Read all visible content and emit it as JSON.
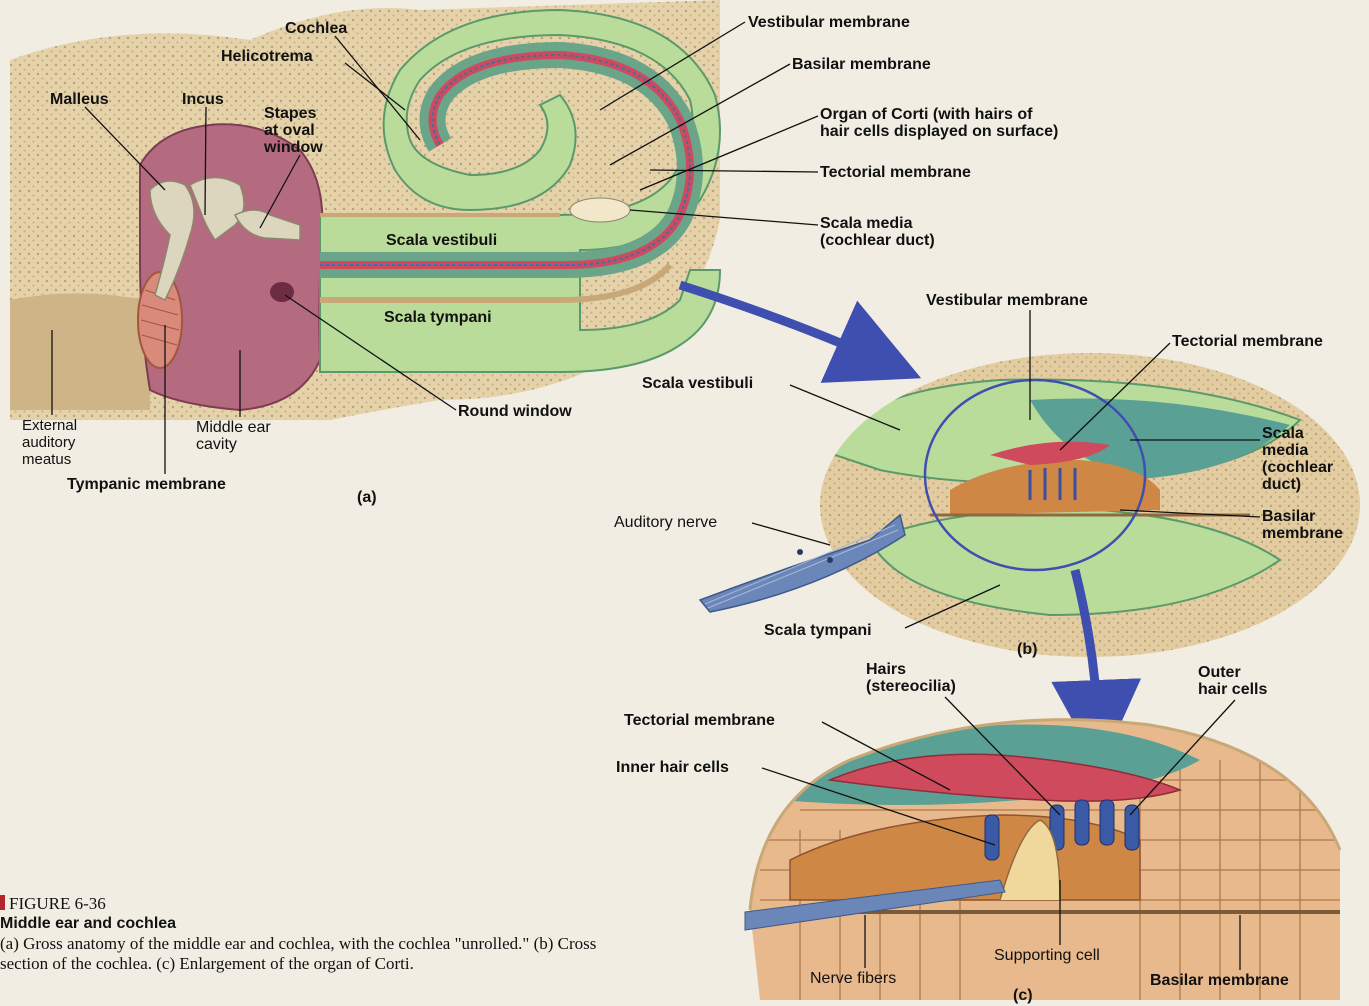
{
  "figure": {
    "number": "FIGURE 6-36",
    "title": "Middle ear and cochlea",
    "caption": "(a) Gross anatomy of the middle ear and cochlea, with the cochlea \"unrolled.\" (b) Cross section of the cochlea. (c) Enlargement of the organ of Corti."
  },
  "panel_a": {
    "tag": "(a)",
    "labels": {
      "cochlea": "Cochlea",
      "helicotrema": "Helicotrema",
      "malleus": "Malleus",
      "incus": "Incus",
      "stapes": "Stapes\nat oval\nwindow",
      "vestibular_membrane": "Vestibular membrane",
      "basilar_membrane": "Basilar membrane",
      "organ_of_corti": "Organ of Corti (with hairs of\nhair cells displayed on surface)",
      "tectorial_membrane": "Tectorial membrane",
      "scala_media": "Scala media\n(cochlear duct)",
      "scala_vestibuli": "Scala vestibuli",
      "scala_tympani": "Scala tympani",
      "round_window": "Round window",
      "external_auditory_meatus": "External\nauditory\nmeatus",
      "middle_ear_cavity": "Middle ear\ncavity",
      "tympanic_membrane": "Tympanic membrane"
    }
  },
  "panel_b": {
    "tag": "(b)",
    "labels": {
      "vestibular_membrane": "Vestibular membrane",
      "tectorial_membrane": "Tectorial membrane",
      "scala_vestibuli": "Scala vestibuli",
      "scala_media": "Scala\nmedia\n(cochlear\nduct)",
      "basilar_membrane": "Basilar\nmembrane",
      "auditory_nerve": "Auditory nerve",
      "scala_tympani": "Scala tympani"
    }
  },
  "panel_c": {
    "tag": "(c)",
    "labels": {
      "hairs": "Hairs\n(stereocilia)",
      "outer_hair_cells": "Outer\nhair cells",
      "tectorial_membrane": "Tectorial membrane",
      "inner_hair_cells": "Inner hair cells",
      "supporting_cell": "Supporting cell",
      "nerve_fibers": "Nerve fibers",
      "basilar_membrane": "Basilar membrane"
    }
  },
  "colors": {
    "bone_tan": "#e3cc9f",
    "bone_dots": "#8a7a60",
    "scala_green": "#b9dc9a",
    "scala_dark_green": "#76b088",
    "teal": "#5aa095",
    "membrane_red": "#cf4a5d",
    "canal_pink": "#b06a7c",
    "ossicle": "#ddd8c4",
    "arrow_blue": "#3f4fb0",
    "nerve_blue": "#6b86b8",
    "tissue_orange": "#cf8745"
  }
}
